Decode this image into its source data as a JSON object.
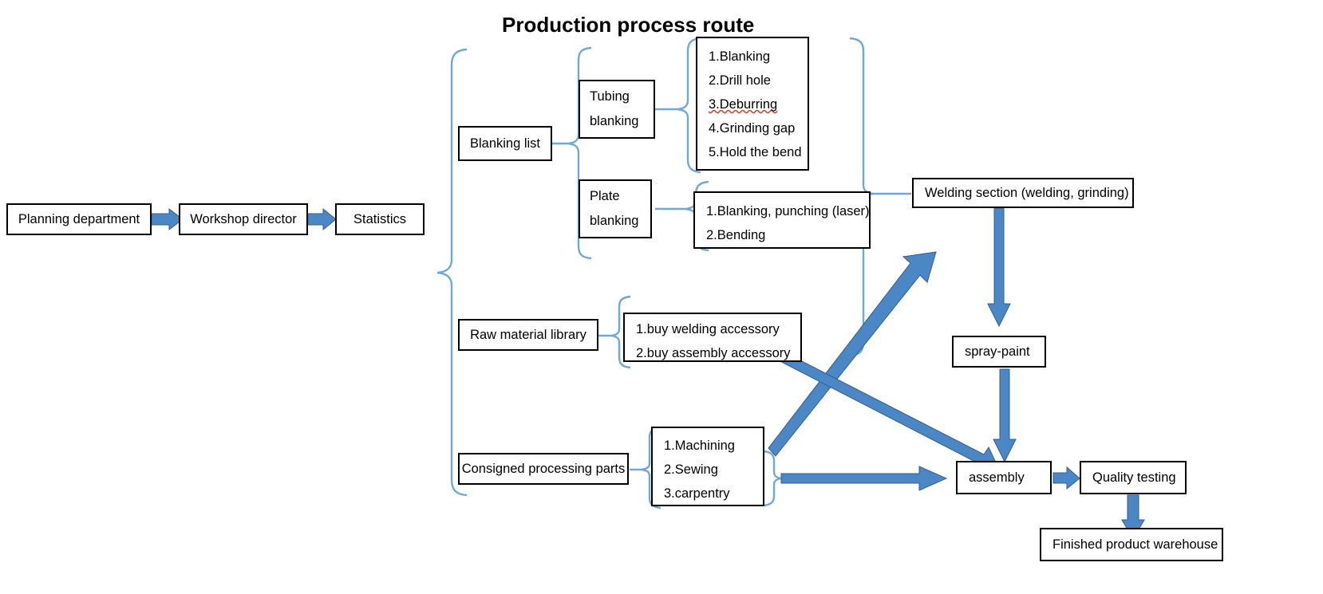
{
  "diagram": {
    "title": "Production process route",
    "type": "flowchart",
    "accent_color": "#4a87c4",
    "brace_color": "#6fa8d6",
    "box_border_color": "#000000",
    "background": "#ffffff",
    "nodes": {
      "planning_department": "Planning department",
      "workshop_director": "Workshop director",
      "statistics": "Statistics",
      "blanking_list": "Blanking list",
      "tubing_blanking_line1": "Tubing",
      "tubing_blanking_line2": "blanking",
      "plate_blanking_line1": "Plate",
      "plate_blanking_line2": "blanking",
      "raw_material_library": "Raw material library",
      "consigned_processing_parts": "Consigned processing parts",
      "welding_section": "Welding section (welding, grinding)",
      "spray_paint": "spray-paint",
      "assembly": "assembly",
      "quality_testing": "Quality testing",
      "finished_product_warehouse": "Finished product warehouse"
    },
    "tubing_steps": [
      "1.Blanking",
      "2.Drill hole",
      "3.Deburring",
      "4.Grinding gap",
      "5.Hold the bend"
    ],
    "plate_steps": [
      "1.Blanking, punching (laser)",
      "2.Bending"
    ],
    "raw_material_steps": [
      "1.buy welding accessory",
      "2.buy assembly accessory"
    ],
    "consigned_steps": [
      "1.Machining",
      "2.Sewing",
      "3.carpentry"
    ]
  }
}
